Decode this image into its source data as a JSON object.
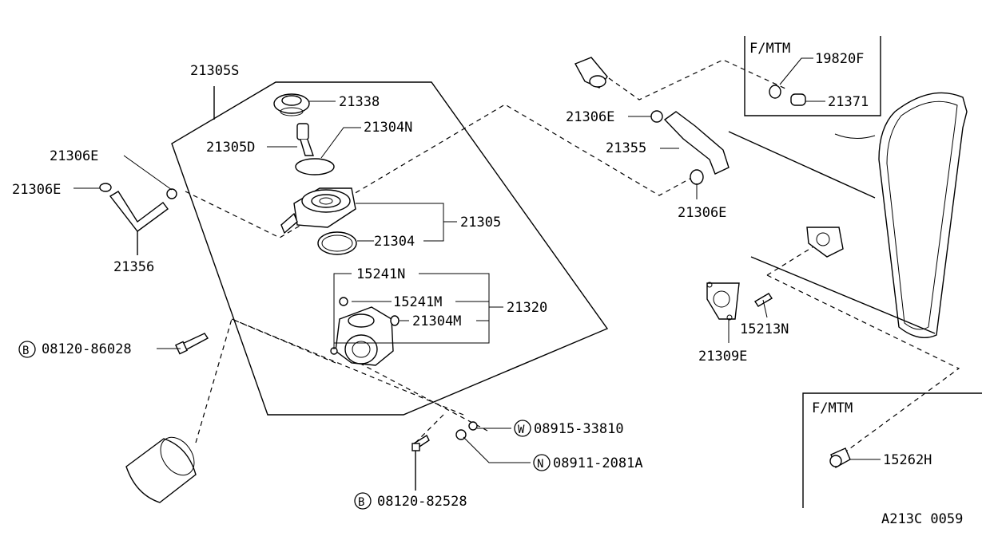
{
  "labels": {
    "p21305S": "21305S",
    "p21338": "21338",
    "p21304N": "21304N",
    "p21305D": "21305D",
    "p21306E_a": "21306E",
    "p21306E_b": "21306E",
    "p21356": "21356",
    "p21305": "21305",
    "p21304": "21304",
    "p15241N": "15241N",
    "p15241M": "15241M",
    "p21320": "21320",
    "p21304M": "21304M",
    "p08120_86028": "08120-86028",
    "p08915_33810": "08915-33810",
    "p08911_2081A": "08911-2081A",
    "p08120_82528": "08120-82528",
    "p21306E_c": "21306E",
    "p21355": "21355",
    "p21306E_d": "21306E",
    "fmtm_top": "F/MTM",
    "p19820F": "19820F",
    "p21371": "21371",
    "p15213N": "15213N",
    "p21309E": "21309E",
    "fmtm_bottom": "F/MTM",
    "p15262H": "15262H",
    "ref_code": "A213C 0059"
  },
  "symbols": {
    "bolt": "B",
    "washer": "W",
    "nut": "N"
  }
}
